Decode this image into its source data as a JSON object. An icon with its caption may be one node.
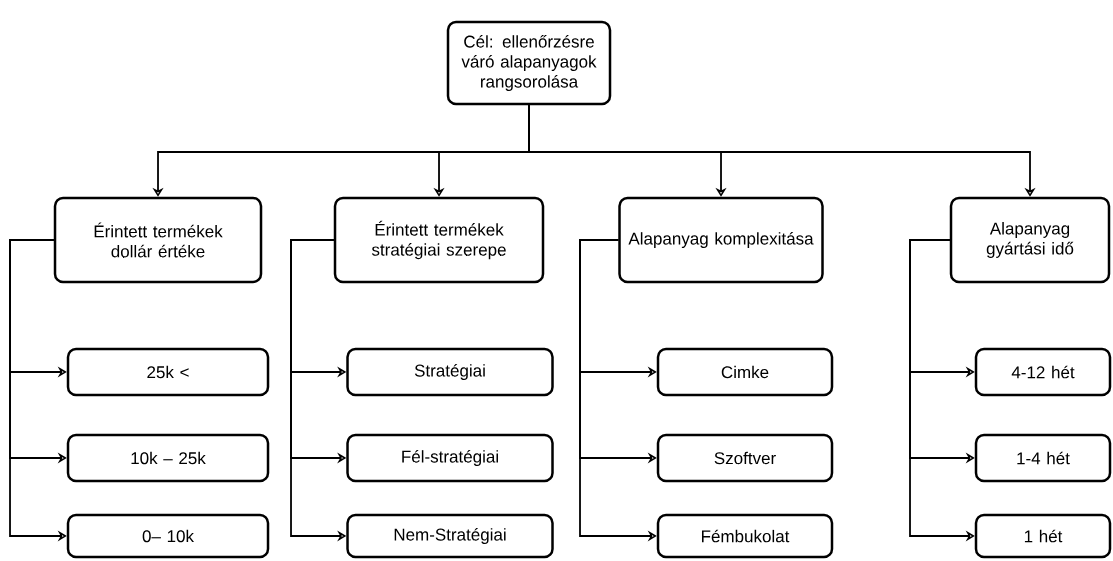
{
  "diagram": {
    "nodes": [
      {
        "text": [
          "Cél: ellenőrzésre váró alapanyagok rangsorolása"
        ]
      },
      {
        "text": [
          "Érintett termékek dollár értéke"
        ]
      },
      {
        "text": [
          "Érintett termékek stratégiai szerepe"
        ]
      },
      {
        "text": [
          "Alapanyag komplexitása"
        ]
      },
      {
        "text": [
          "Alapanyag gyártási idő"
        ]
      },
      {
        "text": [
          "25k <"
        ]
      },
      {
        "text": [
          "10k – 25k"
        ]
      },
      {
        "text": [
          "0– 10k"
        ]
      },
      {
        "text": [
          "Stratégiai"
        ]
      },
      {
        "text": [
          "Fél-stratégiai"
        ]
      },
      {
        "text": [
          "Nem-Stratégiai"
        ]
      },
      {
        "text": [
          "Cimke"
        ]
      },
      {
        "text": [
          "Szoftver"
        ]
      },
      {
        "text": [
          "Fémbukolat"
        ]
      },
      {
        "text": [
          "4-12 hét"
        ]
      },
      {
        "text": [
          "1-4 hét"
        ]
      },
      {
        "text": [
          "1 hét"
        ]
      }
    ],
    "edges": [
      {
        "from": 0,
        "to": 1,
        "arrow": "to"
      },
      {
        "from": 0,
        "to": 2,
        "arrow": "to"
      },
      {
        "from": 0,
        "to": 3,
        "arrow": "to"
      },
      {
        "from": 0,
        "to": 4,
        "arrow": "to"
      },
      {
        "from": 1,
        "to": 5,
        "arrow": "to"
      },
      {
        "from": 1,
        "to": 6,
        "arrow": "to"
      },
      {
        "from": 1,
        "to": 7,
        "arrow": "to"
      },
      {
        "from": 2,
        "to": 8,
        "arrow": "to"
      },
      {
        "from": 2,
        "to": 9,
        "arrow": "to"
      },
      {
        "from": 2,
        "to": 10,
        "arrow": "to"
      },
      {
        "from": 3,
        "to": 11,
        "arrow": "to"
      },
      {
        "from": 3,
        "to": 12,
        "arrow": "to"
      },
      {
        "from": 3,
        "to": 13,
        "arrow": "to"
      },
      {
        "from": 4,
        "to": 14,
        "arrow": "to"
      },
      {
        "from": 4,
        "to": 15,
        "arrow": "to"
      },
      {
        "from": 4,
        "to": 16,
        "arrow": "to"
      }
    ]
  }
}
